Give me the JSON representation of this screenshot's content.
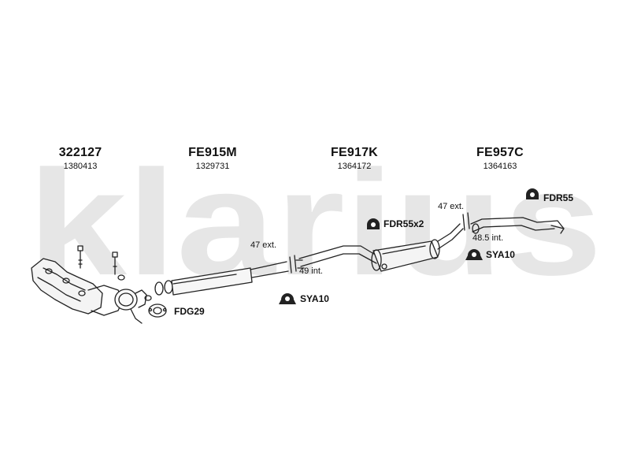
{
  "watermark": "klarius",
  "parts": [
    {
      "code": "322127",
      "number": "1380413"
    },
    {
      "code": "FE915M",
      "number": "1329731"
    },
    {
      "code": "FE917K",
      "number": "1364172"
    },
    {
      "code": "FE957C",
      "number": "1364163"
    }
  ],
  "pipe_labels": {
    "front_ext": "47 ext.",
    "front_int": "49 int.",
    "rear_ext": "47 ext.",
    "rear_int": "48.5 int."
  },
  "accessories": {
    "fdr55": "FDR55",
    "fdr55x2": "FDR55x2",
    "sya10_rear": "SYA10",
    "sya10_mid": "SYA10",
    "fdg29": "FDG29"
  }
}
